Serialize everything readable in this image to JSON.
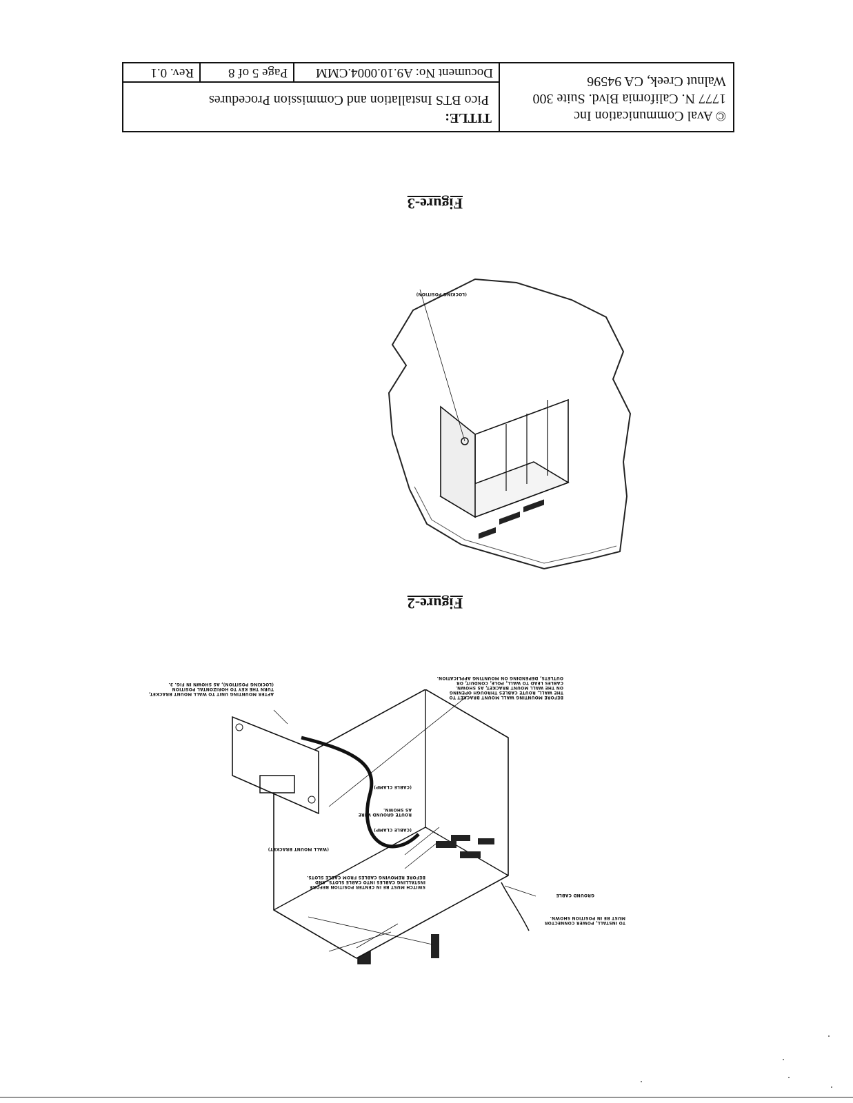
{
  "header": {
    "company": {
      "name": "© Aval Communication Inc",
      "address_line1": "1777 N. California Blvd. Suite 300",
      "address_line2": "Walnut Creek, CA 94596"
    },
    "title_label": "TITLE:",
    "title_value": "Pico BTS Installation and Commission Procedures",
    "document_no": "Document No: A9.10.0004.CMM",
    "page": "Page 5 of 8",
    "revision": "Rev. 0.1"
  },
  "figures": [
    {
      "caption": "Figure-3",
      "callouts": [
        "(LOCKING POSITION)"
      ]
    },
    {
      "caption": "Figure-2",
      "callouts": [
        "AFTER MOUNTING UNIT TO WALL MOUNT BRACKET,",
        "TURN THE KEY TO HORIZONTAL POSITION",
        "(LOCKING POSITION), AS SHOWN IN FIG. 3.",
        "BEFORE MOUNTING WALL MOUNT BRACKET TO",
        "THE WALL, ROUTE CABLES THROUGH OPENING",
        "ON THE WALL MOUNT BRACKET, AS SHOWN.",
        "CABLES LEAD TO WALL, POLE, CONDUIT, OR",
        "OUTLETS, DEPENDING ON MOUNTING APPLICATION.",
        "(CABLE CLAMP)",
        "ROUTE GROUND WIRE",
        "AS SHOWN.",
        "(WALL MOUNT BRACKET)",
        "SWITCH MUST BE IN CENTER POSITION BEFORE",
        "INSTALLING CABLES INTO CABLE SLOTS, AND",
        "BEFORE REMOVING CABLES FROM CABLE SLOTS.",
        "GROUND CABLE",
        "TO INSTALL, POWER CONNECTOR",
        "MUST BE IN POSITION SHOWN."
      ]
    }
  ]
}
